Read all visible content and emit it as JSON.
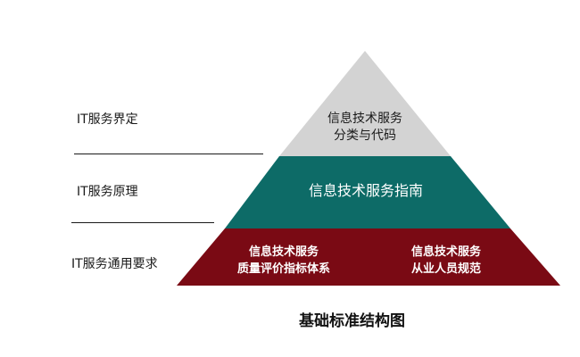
{
  "side_labels": {
    "top": "IT服务界定",
    "middle": "IT服务原理",
    "bottom": "IT服务通用要求"
  },
  "pyramid": {
    "top_tier": {
      "line1": "信息技术服务",
      "line2": "分类与代码",
      "color": "#d3d3d3",
      "text_color": "#1a1a1a"
    },
    "middle_tier": {
      "text": "信息技术服务指南",
      "color": "#0d6b67",
      "text_color": "#ffffff"
    },
    "bottom_tier": {
      "color": "#7a0a14",
      "text_color": "#ffffff",
      "left": {
        "line1": "信息技术服务",
        "line2": "质量评价指标体系"
      },
      "right": {
        "line1": "信息技术服务",
        "line2": "从业人员规范"
      }
    }
  },
  "caption": "基础标准结构图"
}
